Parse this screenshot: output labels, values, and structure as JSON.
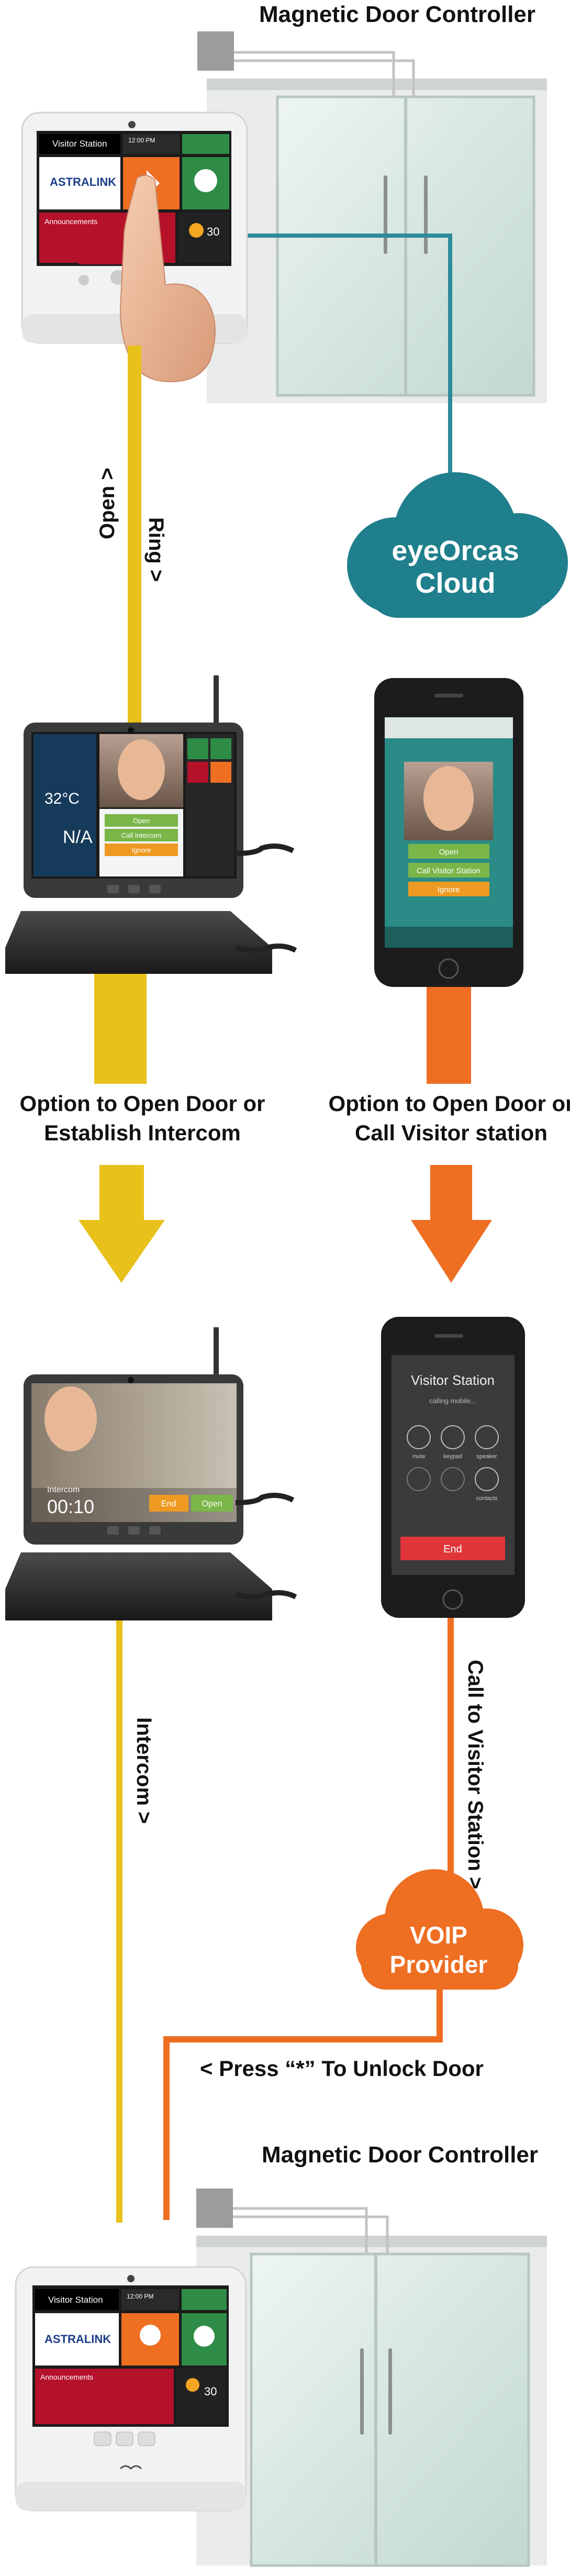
{
  "labels": {
    "top_title": "Magnetic Door Controller",
    "open": "Open >",
    "ring": "Ring >",
    "cloud1": [
      "eyeOrcas",
      "Cloud"
    ],
    "caption_left": [
      "Option to Open Door or",
      "Establish Intercom"
    ],
    "caption_right": [
      "Option to Open Door or",
      "Call Visitor station"
    ],
    "intercom": "Intercom >",
    "call_visitor": "Call to Visitor Station >",
    "cloud2": [
      "VOIP",
      "Provider"
    ],
    "press_star": "< Press “*” To Unlock Door",
    "bottom_title": "Magnetic Door Controller"
  },
  "visitor_station_top": {
    "title": "Visitor Station",
    "time": "12:00 PM",
    "brand": "ASTRALINK",
    "announcements": "Announcements",
    "temp": "30"
  },
  "tablet_1": {
    "temp": "32°C",
    "na": "N/A",
    "buttons": [
      "Open",
      "Call Intercom",
      "Ignore"
    ]
  },
  "phone_1": {
    "buttons": [
      "Open",
      "Call Visitor Station",
      "Ignore"
    ]
  },
  "tablet_2": {
    "intercom": "Intercom",
    "timer": "00:10",
    "end": "End",
    "open": "Open"
  },
  "phone_2": {
    "title": "Visitor Station",
    "subtitle": "calling mobile...",
    "keys": [
      "mute",
      "keypad",
      "speaker",
      "",
      "",
      "contacts"
    ],
    "end": "End"
  },
  "visitor_station_bottom": {
    "title": "Visitor Station",
    "time": "12:00 PM",
    "brand": "ASTRALINK",
    "announcements": "Announcements",
    "temp": "30"
  },
  "colors": {
    "yellow": "#E8C11A",
    "orange": "#EE6E22",
    "teal": "#1F7F8C",
    "teal_line": "#2E8B99",
    "grey_box": "#9C9C9C",
    "glass": "#DCE9E6"
  }
}
